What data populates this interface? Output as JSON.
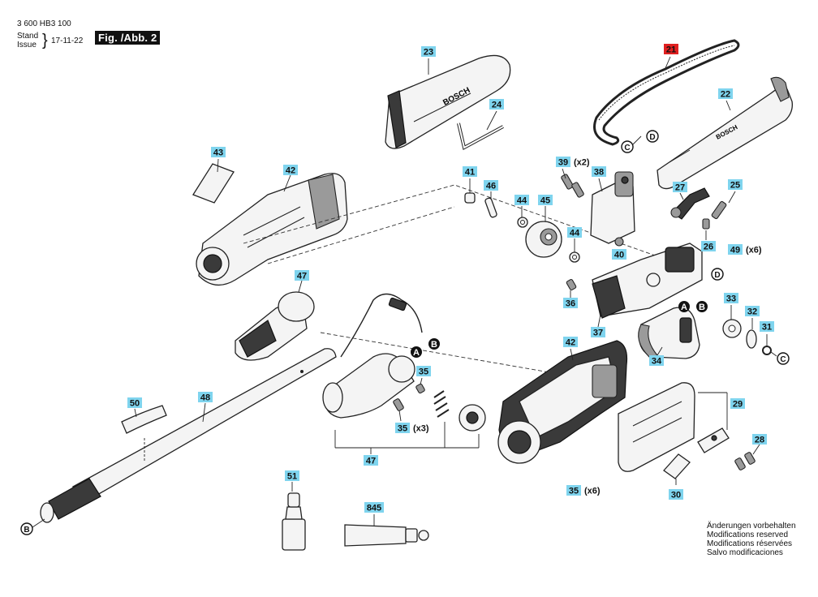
{
  "header": {
    "part_number": "3 600 HB3 100",
    "stand_label": "Stand",
    "issue_label": "Issue",
    "brace": "}",
    "date": "17-11-22",
    "figure_title": "Fig. /Abb. 2"
  },
  "brand_text": "BOSCH",
  "callouts": [
    {
      "id": "c21",
      "label": "21",
      "highlight": true
    },
    {
      "id": "c22",
      "label": "22"
    },
    {
      "id": "c23",
      "label": "23"
    },
    {
      "id": "c24",
      "label": "24"
    },
    {
      "id": "c25",
      "label": "25"
    },
    {
      "id": "c26",
      "label": "26"
    },
    {
      "id": "c27",
      "label": "27"
    },
    {
      "id": "c28",
      "label": "28"
    },
    {
      "id": "c29",
      "label": "29"
    },
    {
      "id": "c30",
      "label": "30"
    },
    {
      "id": "c31",
      "label": "31"
    },
    {
      "id": "c32",
      "label": "32"
    },
    {
      "id": "c33",
      "label": "33"
    },
    {
      "id": "c34",
      "label": "34"
    },
    {
      "id": "c35a",
      "label": "35"
    },
    {
      "id": "c35b",
      "label": "35"
    },
    {
      "id": "c35c",
      "label": "35"
    },
    {
      "id": "c36",
      "label": "36"
    },
    {
      "id": "c37",
      "label": "37"
    },
    {
      "id": "c38",
      "label": "38"
    },
    {
      "id": "c39",
      "label": "39"
    },
    {
      "id": "c40",
      "label": "40"
    },
    {
      "id": "c41",
      "label": "41"
    },
    {
      "id": "c42a",
      "label": "42"
    },
    {
      "id": "c42b",
      "label": "42"
    },
    {
      "id": "c43",
      "label": "43"
    },
    {
      "id": "c44a",
      "label": "44"
    },
    {
      "id": "c44b",
      "label": "44"
    },
    {
      "id": "c45",
      "label": "45"
    },
    {
      "id": "c46",
      "label": "46"
    },
    {
      "id": "c47a",
      "label": "47"
    },
    {
      "id": "c47b",
      "label": "47"
    },
    {
      "id": "c48",
      "label": "48"
    },
    {
      "id": "c49",
      "label": "49"
    },
    {
      "id": "c50",
      "label": "50"
    },
    {
      "id": "c51",
      "label": "51"
    },
    {
      "id": "c845",
      "label": "845"
    }
  ],
  "quantity_suffixes": {
    "q39": "(x2)",
    "q49": "(x6)",
    "q35b": "(x3)",
    "q35c": "(x6)"
  },
  "connection_letters": [
    {
      "id": "lC1",
      "letter": "C",
      "style": "light"
    },
    {
      "id": "lC2",
      "letter": "C",
      "style": "light"
    },
    {
      "id": "lD1",
      "letter": "D",
      "style": "light"
    },
    {
      "id": "lD2",
      "letter": "D",
      "style": "light"
    },
    {
      "id": "lA1",
      "letter": "A",
      "style": "dark"
    },
    {
      "id": "lB1",
      "letter": "B",
      "style": "dark"
    },
    {
      "id": "lA2",
      "letter": "A",
      "style": "dark"
    },
    {
      "id": "lB2",
      "letter": "B",
      "style": "dark"
    },
    {
      "id": "lB3",
      "letter": "B",
      "style": "light"
    }
  ],
  "notes": [
    "Änderungen vorbehalten",
    "Modifications reserved",
    "Modifications réservées",
    "Salvo modificaciones"
  ]
}
